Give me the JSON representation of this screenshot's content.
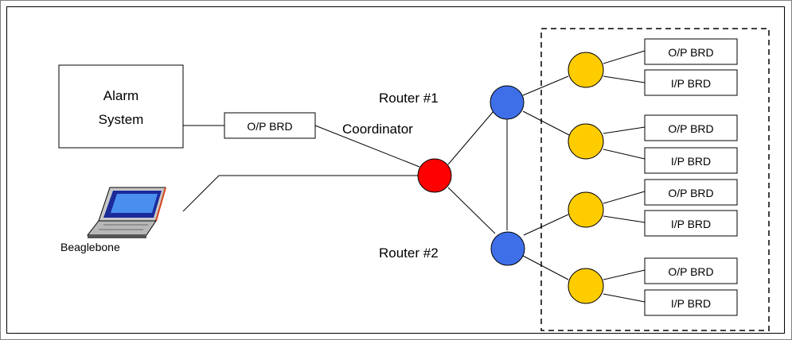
{
  "labels": {
    "alarm_line1": "Alarm",
    "alarm_line2": "System",
    "op_brd": "O/P BRD",
    "ip_brd": "I/P BRD",
    "coordinator": "Coordinator",
    "router1": "Router #1",
    "router2": "Router #2",
    "beaglebone": "Beaglebone"
  },
  "colors": {
    "coordinator": "#ff0000",
    "router": "#3f6fe8",
    "end_device": "#ffcc00",
    "line": "#000000"
  },
  "icons": {
    "beaglebone": "laptop-icon"
  }
}
